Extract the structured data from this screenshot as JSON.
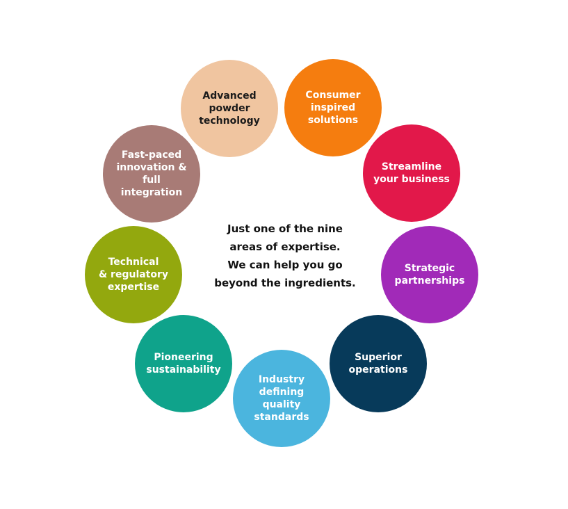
{
  "center": {
    "line1": "Just one of the nine\nareas of expertise.",
    "line2": "We can help you go\nbeyond the ingredients."
  },
  "areas": [
    {
      "key": "advanced-powder",
      "label": "Advanced\npowder\ntechnology",
      "color": "#F0C5A0",
      "text_color": "#1a1a1a"
    },
    {
      "key": "consumer-inspired",
      "label": "Consumer\ninspired\nsolutions",
      "color": "#F57D0F",
      "text_color": "#ffffff"
    },
    {
      "key": "streamline",
      "label": "Streamline\nyour business",
      "color": "#E2184A",
      "text_color": "#ffffff"
    },
    {
      "key": "strategic-partnerships",
      "label": "Strategic\npartnerships",
      "color": "#A12AB8",
      "text_color": "#ffffff"
    },
    {
      "key": "superior-operations",
      "label": "Superior\noperations",
      "color": "#073A5A",
      "text_color": "#ffffff"
    },
    {
      "key": "industry-quality",
      "label": "Industry\ndefining quality\nstandards",
      "color": "#4BB5DE",
      "text_color": "#ffffff"
    },
    {
      "key": "pioneering-sustainability",
      "label": "Pioneering\nsustainability",
      "color": "#0FA38B",
      "text_color": "#ffffff"
    },
    {
      "key": "technical-regulatory",
      "label": "Technical\n& regulatory\nexpertise",
      "color": "#93A80E",
      "text_color": "#ffffff"
    },
    {
      "key": "fast-paced-innovation",
      "label": "Fast-paced\ninnovation &\nfull integration",
      "color": "#A87B76",
      "text_color": "#ffffff"
    }
  ]
}
